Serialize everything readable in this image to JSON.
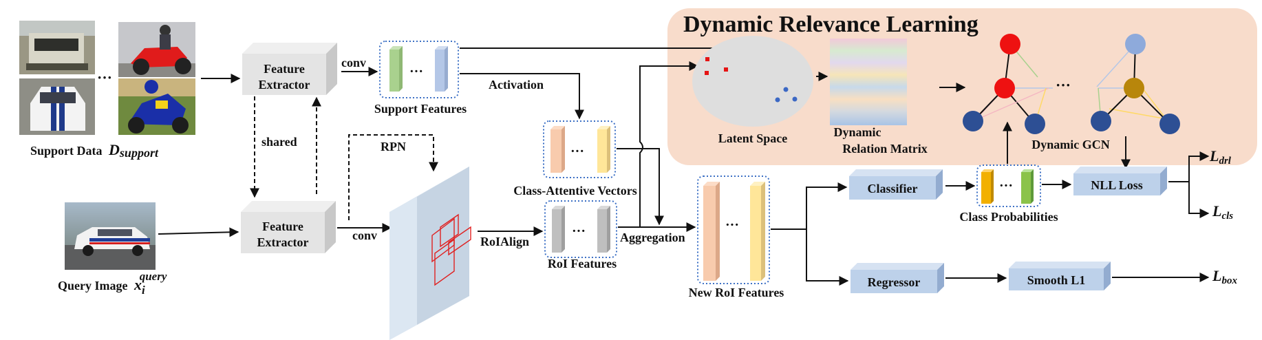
{
  "title": "Dynamic Relevance Learning",
  "labels": {
    "support_data": "Support Data",
    "support_data_math": "D",
    "support_data_sub": "support",
    "query_image": "Query Image",
    "query_image_math": "x",
    "query_image_sub": "i",
    "query_image_sup": "query",
    "feature_extractor": "Feature",
    "feature_extractor_line2": "Extractor",
    "shared": "shared",
    "conv": "conv",
    "support_features": "Support Features",
    "activation": "Activation",
    "rpn": "RPN",
    "roialign": "RoIAlign",
    "roi_features": "RoI Features",
    "class_attentive_vectors": "Class-Attentive Vectors",
    "aggregation": "Aggregation",
    "new_roi_features": "New RoI Features",
    "latent_space": "Latent Space",
    "dynamic_relation_matrix_1": "Dynamic",
    "dynamic_relation_matrix_2": "Relation Matrix",
    "dynamic_gcn": "Dynamic GCN",
    "classifier": "Classifier",
    "class_probabilities": "Class Probabilities",
    "nll_loss": "NLL Loss",
    "regressor": "Regressor",
    "smooth_l1": "Smooth L1",
    "ellipsis": "···",
    "loss_drl": "L",
    "loss_drl_sub": "drl",
    "loss_cls": "L",
    "loss_cls_sub": "cls",
    "loss_box": "L",
    "loss_box_sub": "box"
  },
  "colors": {
    "drl_bg": "#f8dccb",
    "box_gray": "#e4e4e4",
    "box_blue": "#bdd1ea",
    "red_node": "#ee1111",
    "blue_node": "#2d4f94",
    "lightblue_node": "#8eaadb",
    "gold_node": "#b8860b",
    "feature_green": "#a9d18e",
    "feature_blue": "#b4c7e7",
    "feature_peach": "#f8cbad",
    "feature_yellow": "#ffe699",
    "feature_gray": "#bfbfbf"
  }
}
